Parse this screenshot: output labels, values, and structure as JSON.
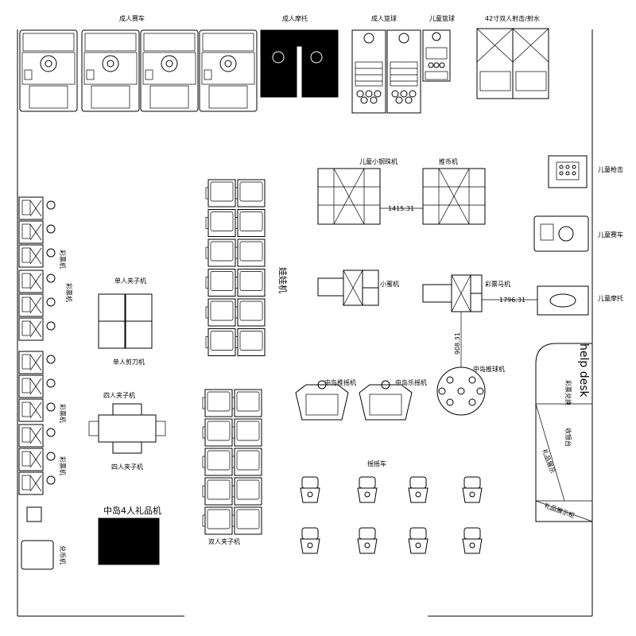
{
  "labels": {
    "adult_racing": "成人赛车",
    "adult_motorbike": "成人摩托",
    "adult_basketball": "成人篮球",
    "kids_basketball": "儿童篮球",
    "shooter_42": "42寸双人射击/射水",
    "kids_gun": "儿童枪击",
    "kids_racing": "儿童赛车",
    "kids_motorbike": "儿童摩托",
    "kids_slot": "儿童小钢珠机",
    "pusher": "推币机",
    "small_machine": "小蜜机",
    "lottery_horse": "彩票马机",
    "center_ball": "中岛推球机",
    "single_claw": "单人夹子机",
    "single_scissors": "单人剪刀机",
    "doll_machine": "娃娃机",
    "four_claw": "四人夹子机",
    "four_claw_b": "四人夹子机",
    "center_gift4": "中岛4人礼品机",
    "double_claw": "双人夹子机",
    "center_pusher_a": "中岛推摇机",
    "center_pusher_b": "中岛乐摇机",
    "bumper_car": "摇摇车",
    "left_1": "彩票机",
    "left_2": "彩票机",
    "left_3": "彩票机",
    "left_4": "彩票机",
    "exchange": "兑币机",
    "help_desk": "help desk",
    "desk_a": "彩票兑换",
    "desk_b": "收银台",
    "desk_c": "礼品展示",
    "desk_d": "礼品展示柜"
  },
  "dimensions": {
    "d1": "1415.31",
    "d2": "1796.31",
    "d3": "908.31"
  }
}
